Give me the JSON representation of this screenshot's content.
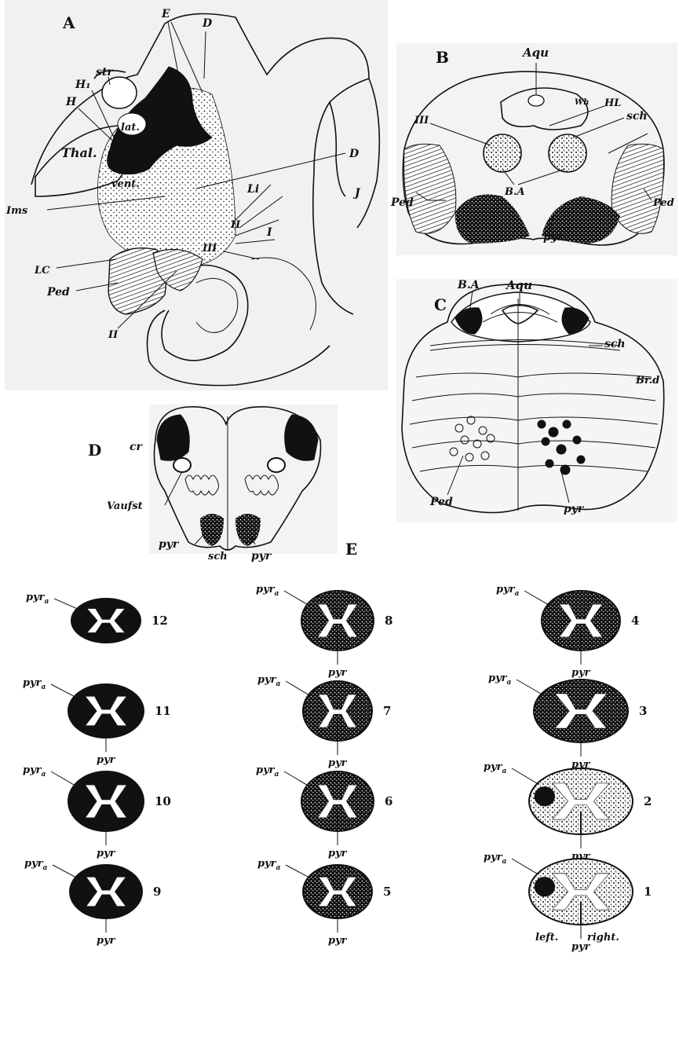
{
  "panels": {
    "A": {
      "letter": "A",
      "labels": {
        "E": "E",
        "D_top": "D",
        "str": "str",
        "H1": "H₁",
        "H": "H",
        "lat": "lat.",
        "Thal": "Thal.",
        "vent": "vent.",
        "D_mid": "D",
        "Li": "Li",
        "J": "J",
        "Ims": "Ims",
        "II_right": "II",
        "I": "I",
        "III": "III",
        "LC": "LC",
        "Ped": "Ped",
        "II_bottom": "II"
      }
    },
    "B": {
      "letter": "B",
      "labels": {
        "Aqu": "Aqu",
        "III": "III",
        "Wh": "Wh",
        "HL": "HL",
        "sch": "sch",
        "Ped_l": "Ped",
        "BA": "B.A",
        "Ped_r": "Ped",
        "pyr": "pyr"
      }
    },
    "C": {
      "letter": "C",
      "labels": {
        "BA": "B.A",
        "Aqu": "Aqu",
        "sch": "sch",
        "Brd": "Br.d",
        "Ped": "Ped",
        "pyr": "pyr"
      }
    },
    "D": {
      "letter": "D",
      "labels": {
        "cr": "cr",
        "Vaufst": "Vaufst",
        "pyr_l": "pyr",
        "sch": "sch",
        "pyr_r": "pyr"
      }
    },
    "E": {
      "letter": "E",
      "pyr_a": "pyr",
      "pyr_a_sub": "a",
      "pyr": "pyr",
      "left": "left.",
      "right": "right.",
      "sections": [
        {
          "n": "12",
          "pyr_label": false
        },
        {
          "n": "11",
          "pyr_label": true
        },
        {
          "n": "10",
          "pyr_label": true
        },
        {
          "n": "9",
          "pyr_label": true
        },
        {
          "n": "8",
          "pyr_label": true
        },
        {
          "n": "7",
          "pyr_label": true
        },
        {
          "n": "6",
          "pyr_label": true
        },
        {
          "n": "5",
          "pyr_label": true
        },
        {
          "n": "4",
          "pyr_label": true
        },
        {
          "n": "3",
          "pyr_label": true
        },
        {
          "n": "2",
          "pyr_label": true
        },
        {
          "n": "1",
          "pyr_label": true
        }
      ]
    }
  }
}
